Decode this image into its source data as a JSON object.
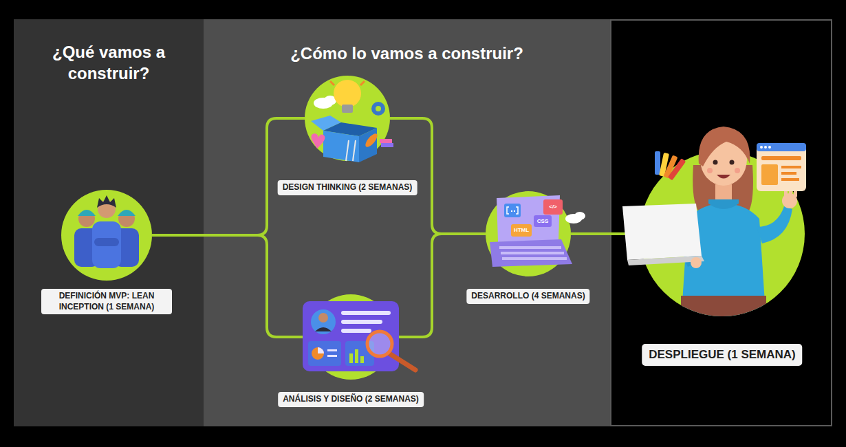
{
  "diagram": {
    "nodes": [
      {
        "text": [
          "¿Qué vamos a construir?"
        ]
      },
      {
        "text": [
          "¿Cómo lo vamos a construir?"
        ]
      },
      {
        "text": [
          "DEFINICIÓN MVP: LEAN INCEPTION (1 SEMANA)"
        ],
        "in": 0
      },
      {
        "text": [
          "DESIGN THINKING (2 SEMANAS)"
        ],
        "in": 1
      },
      {
        "text": [
          "ANÁLISIS Y DISEÑO (2 SEMANAS)"
        ],
        "in": 1
      },
      {
        "text": [
          "DESARROLLO (4 SEMANAS)"
        ],
        "in": 1
      },
      {
        "text": [
          "DESPLIEGUE (1 SEMANA)"
        ]
      }
    ],
    "edges": [
      {
        "from": 2,
        "to": 3,
        "arrow": "none"
      },
      {
        "from": 2,
        "to": 4,
        "arrow": "none"
      },
      {
        "from": 3,
        "to": 5,
        "arrow": "none"
      },
      {
        "from": 4,
        "to": 5,
        "arrow": "none"
      },
      {
        "from": 5,
        "to": 6,
        "arrow": "none"
      }
    ],
    "labels": [
      "HTML",
      "CSS",
      "</>"
    ]
  }
}
